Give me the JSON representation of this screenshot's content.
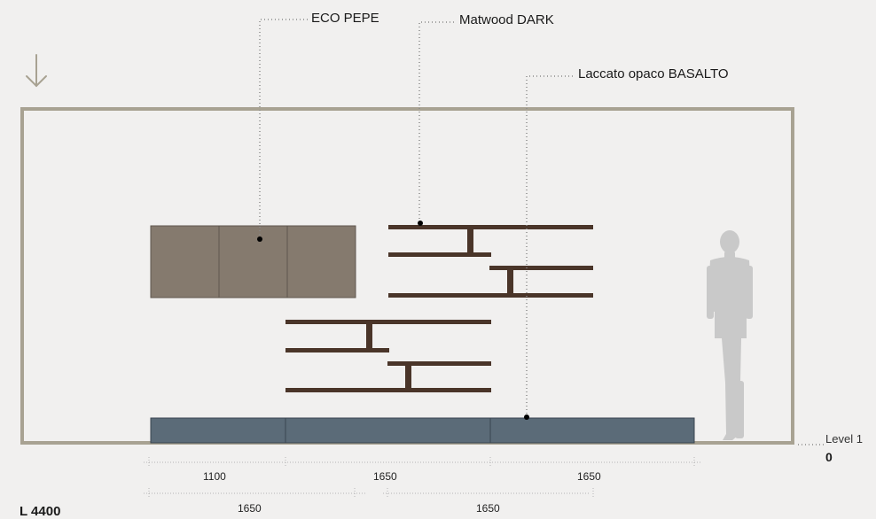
{
  "labels": {
    "eco_pepe": "ECO PEPE",
    "matwood_dark": "Matwood DARK",
    "laccato": "Laccato opaco BASALTO"
  },
  "level": {
    "name": "Level 1",
    "value": "0"
  },
  "dimensions": {
    "row1": [
      "1100",
      "1650",
      "1650"
    ],
    "row2": [
      "1650",
      "1650"
    ],
    "total": "L 4400"
  },
  "icons": {
    "view": "arrow-down-icon"
  },
  "colors": {
    "background": "#f1f0ef",
    "wall_frame": "#a8a292",
    "eco_pepe": "#857a6e",
    "matwood_dark": "#4a3529",
    "laccato_basalto": "#5b6b78",
    "silhouette": "#c9c9c9"
  }
}
